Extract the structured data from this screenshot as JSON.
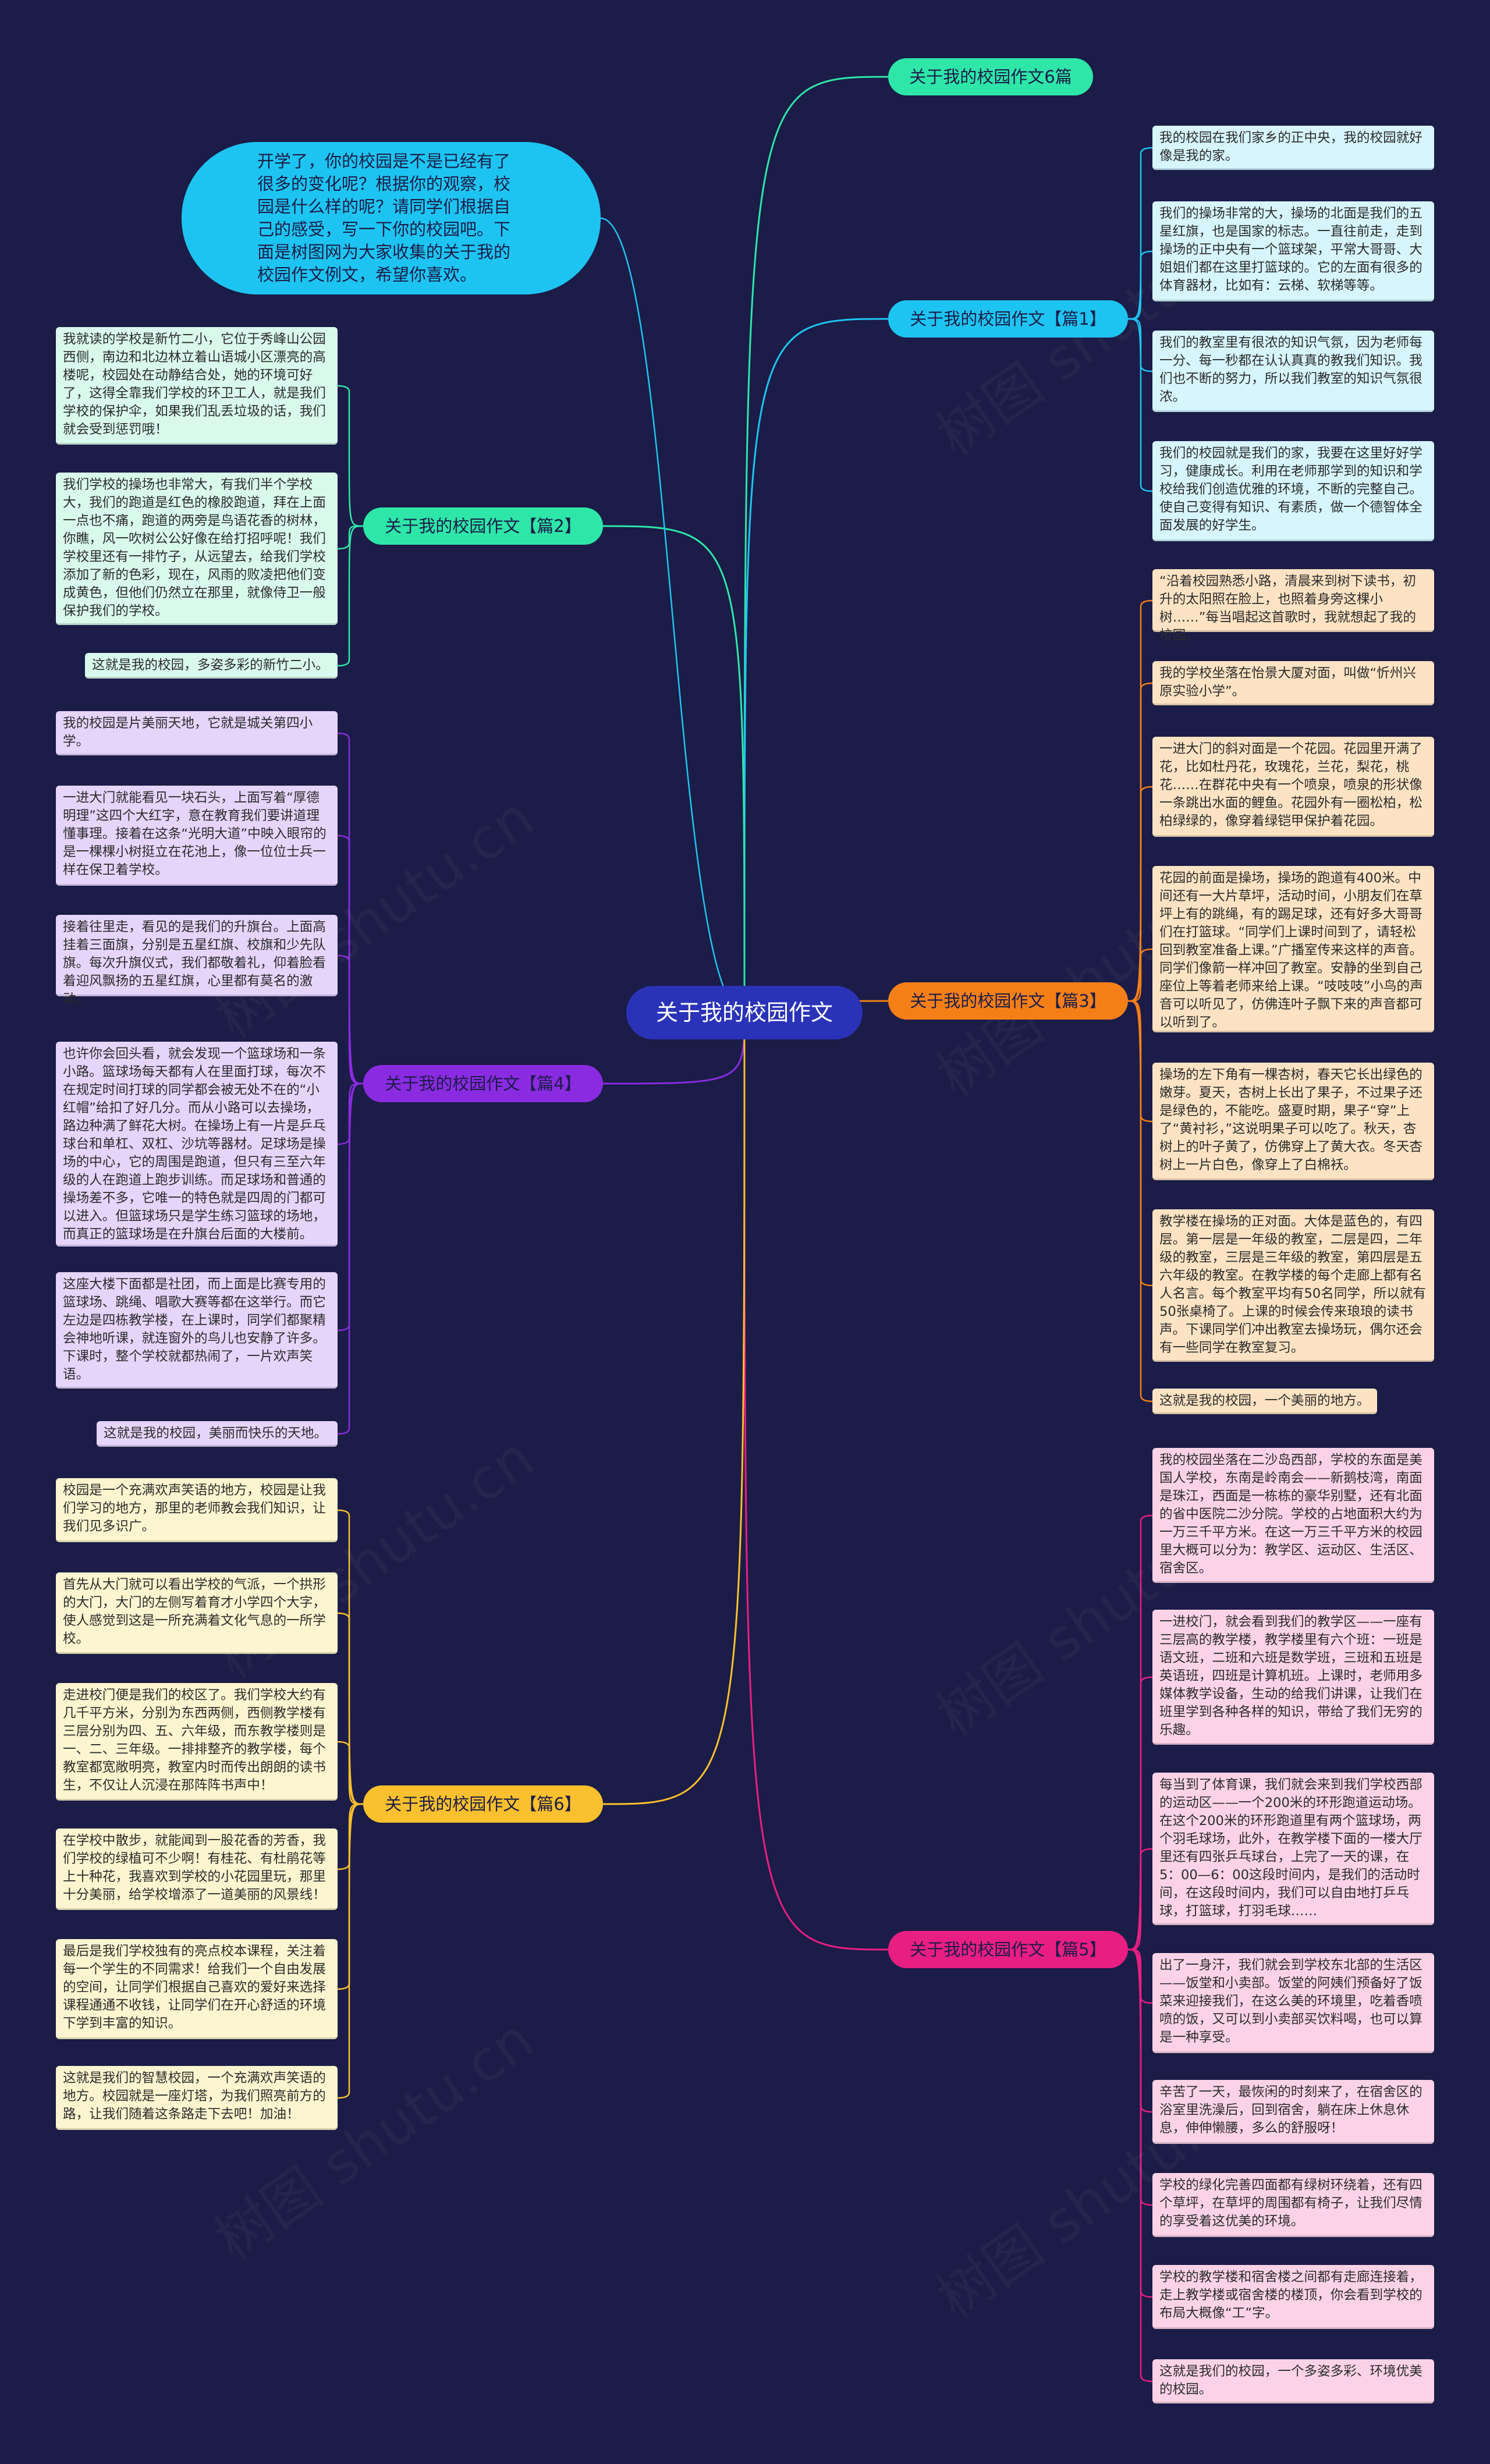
{
  "root": "关于我的校园作文",
  "intro": "开学了，你的校园是不是已经有了很多的变化呢？根据你的观察，校园是什么样的呢？请同学们根据自己的感受，写一下你的校园吧。下面是树图网为大家收集的关于我的校园作文例文，希望你喜欢。",
  "watermark": "树图 shutu.cn",
  "branches": [
    {
      "id": "b0",
      "label": "关于我的校园作文6篇",
      "color": "#2ee6a8",
      "leaf_color": "#ffffff",
      "leaves": []
    },
    {
      "id": "b1",
      "label": "关于我的校园作文【篇1】",
      "color": "#1ec4f1",
      "leaf_color": "#d6f5fd",
      "leaves": [
        "我的校园在我们家乡的正中央，我的校园就好像是我的家。",
        "我们的操场非常的大，操场的北面是我们的五星红旗，也是国家的标志。一直往前走，走到操场的正中央有一个篮球架，平常大哥哥、大姐姐们都在这里打篮球的。它的左面有很多的体育器材，比如有：云梯、软梯等等。",
        "我们的教室里有很浓的知识气氛，因为老师每一分、每一秒都在认认真真的教我们知识。我们也不断的努力，所以我们教室的知识气氛很浓。",
        "我们的校园就是我们的家，我要在这里好好学习，健康成长。利用在老师那学到的知识和学校给我们创造优雅的环境，不断的完整自己。使自己变得有知识、有素质，做一个德智体全面发展的好学生。"
      ]
    },
    {
      "id": "b2",
      "label": "关于我的校园作文【篇2】",
      "color": "#2ee6a8",
      "leaf_color": "#d9f9ec",
      "leaves": [
        "我就读的学校是新竹二小，它位于秀峰山公园西侧，南边和北边林立着山语城小区漂亮的高楼呢，校园处在动静结合处，她的环境可好了，这得全靠我们学校的环卫工人，就是我们学校的保护伞，如果我们乱丢垃圾的话，我们就会受到惩罚哦！",
        "我们学校的操场也非常大，有我们半个学校大，我们的跑道是红色的橡胶跑道，拜在上面一点也不痛，跑道的两旁是鸟语花香的树林，你瞧，风一吹树公公好像在给打招呼呢！我们学校里还有一排竹子，从远望去，给我们学校添加了新的色彩，现在，风雨的败凌把他们变成黄色，但他们仍然立在那里，就像侍卫一般保护我们的学校。",
        "这就是我的校园，多姿多彩的新竹二小。"
      ]
    },
    {
      "id": "b3",
      "label": "关于我的校园作文【篇3】",
      "color": "#f57f17",
      "leaf_color": "#fde3c3",
      "leaves": [
        "“沿着校园熟悉小路，清晨来到树下读书，初升的太阳照在脸上，也照着身旁这棵小树……”每当唱起这首歌时，我就想起了我的校园。",
        "我的学校坐落在怡景大厦对面，叫做“忻州兴原实验小学”。",
        "一进大门的斜对面是一个花园。花园里开满了花，比如杜丹花，玫瑰花，兰花，梨花，桃花……在群花中央有一个喷泉，喷泉的形状像一条跳出水面的鲤鱼。花园外有一圈松柏，松柏绿绿的，像穿着绿铠甲保护着花园。",
        "花园的前面是操场，操场的跑道有400米。中间还有一大片草坪，活动时间，小朋友们在草坪上有的跳绳，有的踢足球，还有好多大哥哥们在打篮球。“同学们上课时间到了，请轻松回到教室准备上课。”广播室传来这样的声音。同学们像箭一样冲回了教室。安静的坐到自己座位上等着老师来给上课。“吱吱吱”小鸟的声音可以听见了，仿佛连叶子飘下来的声音都可以听到了。",
        "操场的左下角有一棵杏树，春天它长出绿色的嫩芽。夏天，杏树上长出了果子，不过果子还是绿色的，不能吃。盛夏时期，果子“穿”上了“黄衬衫，”这说明果子可以吃了。秋天，杏树上的叶子黄了，仿佛穿上了黄大衣。冬天杏树上一片白色，像穿上了白棉袄。",
        "教学楼在操场的正对面。大体是蓝色的，有四层。第一层是一年级的教室，二层是四，二年级的教室，三层是三年级的教室，第四层是五六年级的教室。在教学楼的每个走廊上都有名人名言。每个教室平均有50名同学，所以就有50张桌椅了。上课的时候会传来琅琅的读书声。下课同学们冲出教室去操场玩，偶尔还会有一些同学在教室复习。",
        "这就是我的校园，一个美丽的地方。"
      ]
    },
    {
      "id": "b4",
      "label": "关于我的校园作文【篇4】",
      "color": "#8a2be2",
      "leaf_color": "#e6d4fb",
      "leaves": [
        "我的校园是片美丽天地，它就是城关第四小学。",
        "一进大门就能看见一块石头，上面写着“厚德明理”这四个大红字，意在教育我们要讲道理懂事理。接着在这条“光明大道”中映入眼帘的是一棵棵小树挺立在花池上，像一位位士兵一样在保卫着学校。",
        "接着往里走，看见的是我们的升旗台。上面高挂着三面旗，分别是五星红旗、校旗和少先队旗。每次升旗仪式，我们都敬着礼，仰着脸看着迎风飘扬的五星红旗，心里都有莫名的激动。",
        "也许你会回头看，就会发现一个篮球场和一条小路。篮球场每天都有人在里面打球，每次不在规定时间打球的同学都会被无处不在的“小红帽”给扣了好几分。而从小路可以去操场，路边种满了鲜花大树。在操场上有一片是乒乓球台和单杠、双杠、沙坑等器材。足球场是操场的中心，它的周围是跑道，但只有三至六年级的人在跑道上跑步训练。而足球场和普通的操场差不多，它唯一的特色就是四周的门都可以进入。但篮球场只是学生练习篮球的场地，而真正的篮球场是在升旗台后面的大楼前。",
        "这座大楼下面都是社团，而上面是比赛专用的篮球场、跳绳、唱歌大赛等都在这举行。而它左边是四栋教学楼，在上课时，同学们都聚精会神地听课，就连窗外的鸟儿也安静了许多。下课时，整个学校就都热闹了，一片欢声笑语。",
        "这就是我的校园，美丽而快乐的天地。"
      ]
    },
    {
      "id": "b5",
      "label": "关于我的校园作文【篇5】",
      "color": "#e91e83",
      "leaf_color": "#fcd3e6",
      "leaves": [
        "我的校园坐落在二沙岛西部，学校的东面是美国人学校，东南是岭南会——新鹅枝湾，南面是珠江，西面是一栋栋的豪华别墅，还有北面的省中医院二沙分院。学校的占地面积大约为一万三千平方米。在这一万三千平方米的校园里大概可以分为：教学区、运动区、生活区、宿舍区。",
        "一进校门，就会看到我们的教学区——一座有三层高的教学楼，教学楼里有六个班：一班是语文班，二班和六班是数学班，三班和五班是英语班，四班是计算机班。上课时，老师用多媒体教学设备，生动的给我们讲课，让我们在班里学到各种各样的知识，带给了我们无穷的乐趣。",
        "每当到了体育课，我们就会来到我们学校西部的运动区——一个200米的环形跑道运动场。在这个200米的环形跑道里有两个篮球场，两个羽毛球场，此外，在教学楼下面的一楼大厅里还有四张乒乓球台，上完了一天的课，在5：00—6：00这段时间内，是我们的活动时间，在这段时间内，我们可以自由地打乒乓球，打篮球，打羽毛球……",
        "出了一身汗，我们就会到学校东北部的生活区——饭堂和小卖部。饭堂的阿姨们预备好了饭菜来迎接我们，在这么美的环境里，吃着香喷喷的饭，又可以到小卖部买饮料喝，也可以算是一种享受。",
        "辛苦了一天，最恢闲的时刻来了，在宿舍区的浴室里洗澡后，回到宿舍，躺在床上休息休息，伸伸懒腰，多么的舒服呀！",
        "学校的绿化完善四面都有绿树环绕着，还有四个草坪，在草坪的周围都有椅子，让我们尽情的享受着这优美的环境。",
        "学校的教学楼和宿舍楼之间都有走廊连接着，走上教学楼或宿舍楼的楼顶，你会看到学校的布局大概像“工”字。",
        "这就是我们的校园，一个多姿多彩、环境优美的校园。"
      ]
    },
    {
      "id": "b6",
      "label": "关于我的校园作文【篇6】",
      "color": "#fbc02d",
      "leaf_color": "#fdf5cf",
      "leaves": [
        "校园是一个充满欢声笑语的地方，校园是让我们学习的地方，那里的老师教会我们知识，让我们见多识广。",
        "首先从大门就可以看出学校的气派，一个拱形的大门，大门的左侧写着育才小学四个大字，使人感觉到这是一所充满着文化气息的一所学校。",
        "走进校门便是我们的校区了。我们学校大约有几千平方米，分别为东西两侧，西侧教学楼有三层分别为四、五、六年级，而东教学楼则是一、二、三年级。一排排整齐的教学楼，每个教室都宽敞明亮，教室内时而传出朗朗的读书生，不仅让人沉浸在那阵阵书声中！",
        "在学校中散步，就能闻到一股花香的芳香，我们学校的绿植可不少啊！有桂花、有杜鹃花等上十种花，我喜欢到学校的小花园里玩，那里十分美丽，给学校增添了一道美丽的风景线！",
        "最后是我们学校独有的亮点校本课程，关注着每一个学生的不同需求！给我们一个自由发展的空间，让同学们根据自己喜欢的爱好来选择课程通通不收钱，让同学们在开心舒适的环境下学到丰富的知识。",
        "这就是我们的智慧校园，一个充满欢声笑语的地方。校园就是一座灯塔，为我们照亮前方的路，让我们随着这条路走下去吧！加油！"
      ]
    }
  ]
}
